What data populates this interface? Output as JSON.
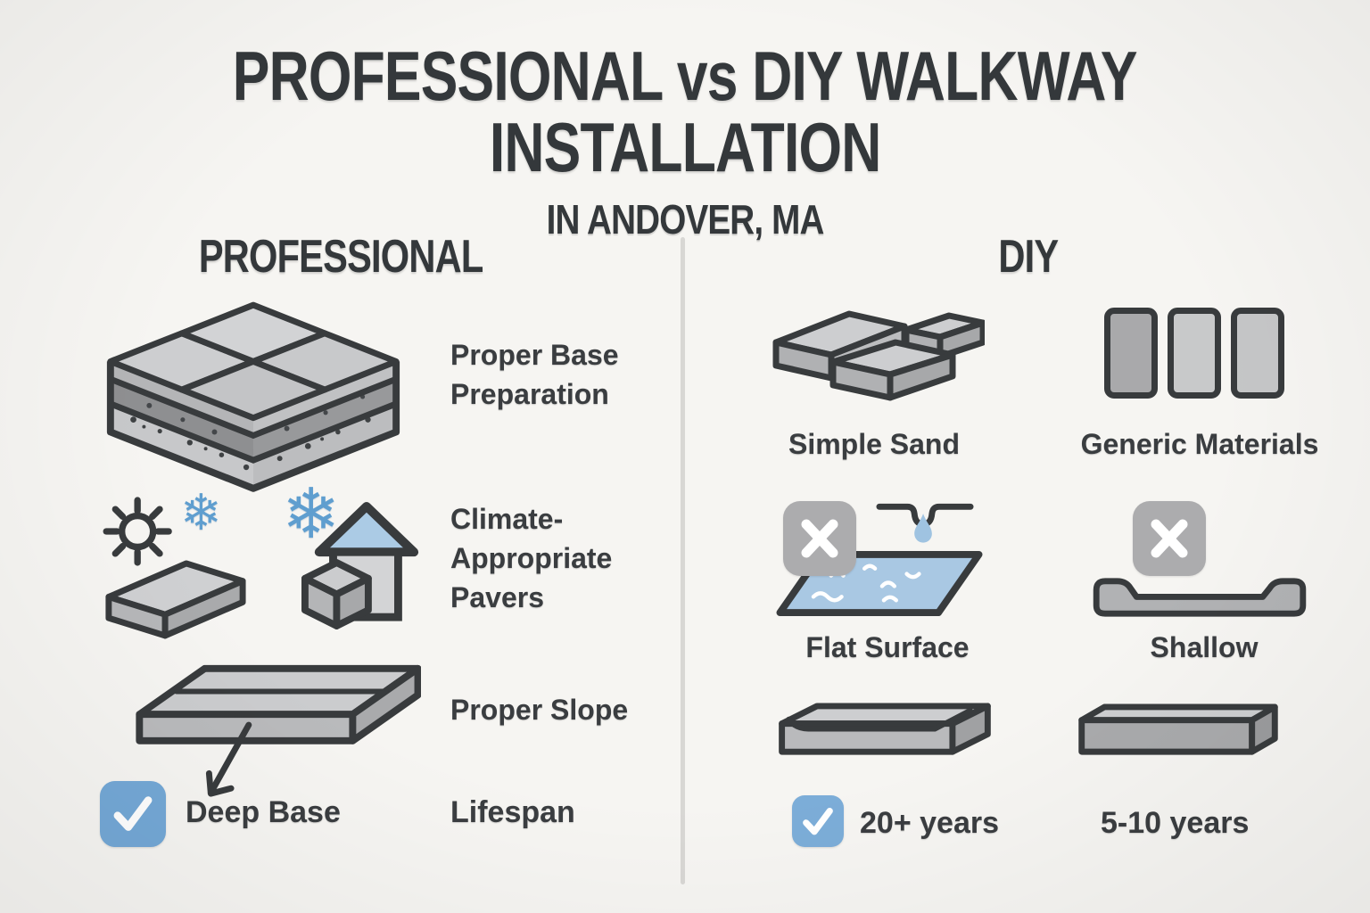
{
  "title": {
    "line1": "PROFESSIONAL vs DIY WALKWAY",
    "line2": "INSTALLATION",
    "subtitle": "IN ANDOVER, MA"
  },
  "professional": {
    "header": "PROFESSIONAL",
    "features": [
      {
        "id": "base",
        "label": "Proper Base Preparation",
        "icon": "layered-paver-base"
      },
      {
        "id": "climate",
        "label": "Climate-Appropriate Pavers",
        "icon": "sun-snowflake-paver-house"
      },
      {
        "id": "slope",
        "label": "Proper Slope",
        "icon": "sloped-slab-with-arrow"
      },
      {
        "id": "deepbase",
        "label": "Deep Base",
        "icon": "checked-checkbox",
        "checked": true
      },
      {
        "id": "lifespan",
        "label": "Lifespan"
      }
    ]
  },
  "diy": {
    "header": "DIY",
    "features": [
      {
        "id": "sand",
        "label": "Simple Sand",
        "icon": "loose-paver-cluster"
      },
      {
        "id": "generic",
        "label": "Generic Materials",
        "icon": "three-material-swatches"
      },
      {
        "id": "flat",
        "label": "Flat Surface",
        "icon": "x-mark-water-surface"
      },
      {
        "id": "shallow",
        "label": "Shallow",
        "icon": "x-mark-shallow-tray"
      },
      {
        "id": "years20",
        "label": "20+ years",
        "icon": "checked-checkbox",
        "checked": true
      },
      {
        "id": "years510",
        "label": "5-10 years",
        "icon": "plain-slab"
      }
    ]
  },
  "icons": {
    "check": "✓",
    "x_mark": "✕",
    "snowflake": "❄"
  },
  "colors": {
    "background": "#f6f5f2",
    "text_charcoal": "#3a3d40",
    "outline": "#383b3d",
    "accent_blue": "#74a8d6",
    "ice_blue": "#a9c8e3",
    "roof_blue": "#abcbe5",
    "snowflake_blue": "#5f9ecf",
    "gray_tile": "#acacae",
    "paver_light": "#cdced0",
    "paver_mid": "#b4b5b7",
    "paver_dark": "#8e8f91",
    "divider": "#d8d7d4"
  }
}
